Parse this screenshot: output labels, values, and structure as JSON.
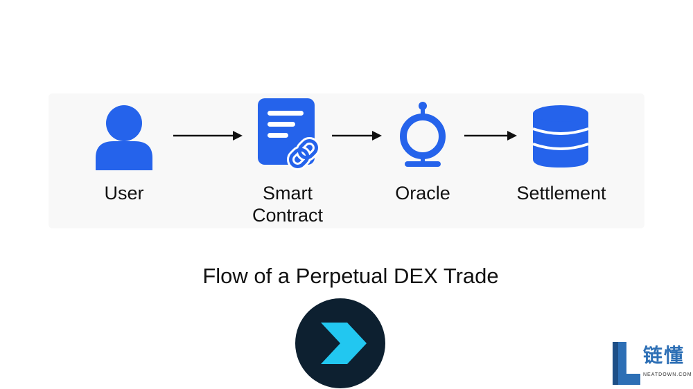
{
  "diagram": {
    "nodes": [
      {
        "id": "user",
        "label": "User",
        "icon": "user-icon"
      },
      {
        "id": "smart-contract",
        "label": "Smart\nContract",
        "icon": "smart-contract-icon"
      },
      {
        "id": "oracle",
        "label": "Oracle",
        "icon": "oracle-icon"
      },
      {
        "id": "settlement",
        "label": "Settlement",
        "icon": "database-icon"
      }
    ],
    "edges": [
      {
        "from": "user",
        "to": "smart-contract"
      },
      {
        "from": "smart-contract",
        "to": "oracle"
      },
      {
        "from": "oracle",
        "to": "settlement"
      }
    ],
    "title": "Flow of a Perpetual DEX Trade",
    "colors": {
      "accent": "#2563eb",
      "logo_bg": "#0d2030",
      "logo_chevron": "#22c7f0"
    }
  },
  "watermark": {
    "name": "链懂",
    "site": "NEATDOWN.COM"
  }
}
